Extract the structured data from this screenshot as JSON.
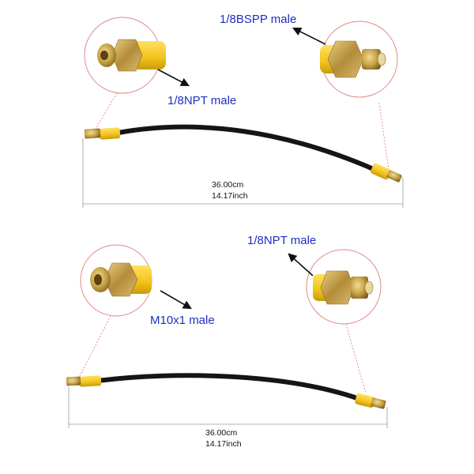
{
  "colors": {
    "callout_text": "#1f2fc0",
    "hose": "#151515",
    "sleeve": "#f2c21a",
    "brass": "#c9a347",
    "circle_outline": "#e08a8a",
    "guide_line": "#e07070",
    "dimension_line": "#9a9a9a"
  },
  "top_assembly": {
    "left_fitting_label": "1/8NPT male",
    "right_fitting_label": "1/8BSPP male",
    "length_cm": "36.00cm",
    "length_inch": "14.17inch"
  },
  "bottom_assembly": {
    "left_fitting_label": "M10x1 male",
    "right_fitting_label": "1/8NPT male",
    "length_cm": "36.00cm",
    "length_inch": "14.17inch"
  }
}
